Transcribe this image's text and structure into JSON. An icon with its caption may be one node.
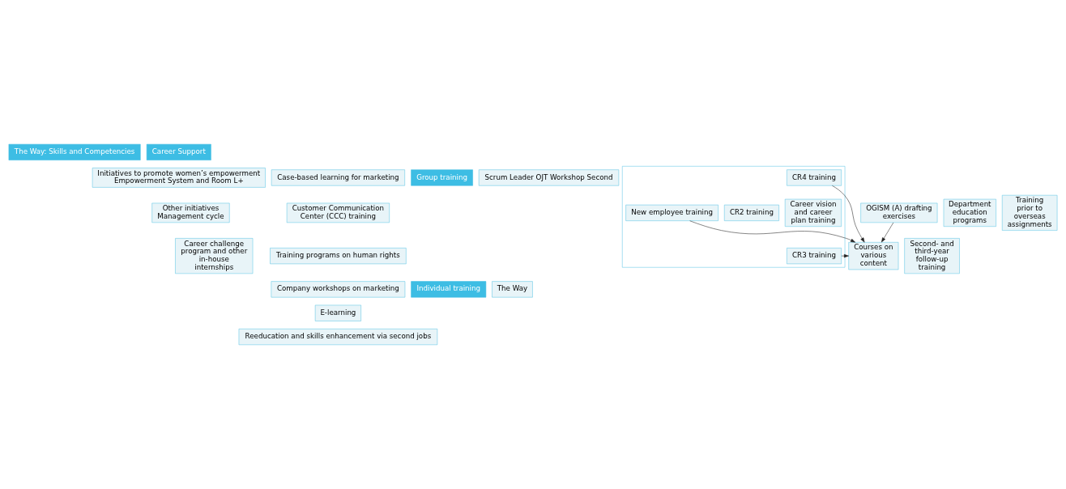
{
  "diagram": {
    "nodes": [
      {
        "text": [
          "The Way: Skills and Competencies"
        ]
      },
      {
        "text": [
          "Career Support"
        ]
      },
      {
        "text": [
          "Group training"
        ]
      },
      {
        "text": [
          "Individual training"
        ]
      },
      {
        "text": [
          "Scrum Leader OJT Workshop Second"
        ]
      },
      {
        "text": [],
        "shape": "box"
      },
      {
        "text": [
          "Career vision and career plan training"
        ],
        "in": 5
      },
      {
        "text": [
          "CR2 training"
        ],
        "in": 5
      },
      {
        "text": [
          "CR3 training"
        ],
        "in": 5
      },
      {
        "text": [
          "CR4 training"
        ],
        "in": 5
      },
      {
        "text": [
          "New employee training"
        ],
        "in": 5
      },
      {
        "text": [
          "OGISM (A) drafting exercises"
        ]
      },
      {
        "text": [
          "Courses on various content"
        ]
      },
      {
        "text": [
          "Department education programs"
        ]
      },
      {
        "text": [
          "Training prior to overseas assignments"
        ]
      },
      {
        "text": [
          "Training programs on human rights"
        ]
      },
      {
        "text": [
          "The Way"
        ]
      },
      {
        "text": [
          "E-learning"
        ]
      },
      {
        "text": [
          "Reeducation and skills enhancement via second jobs"
        ]
      },
      {
        "text": [
          "Initiatives to promote women’s empowerment",
          "Empowerment System and Room L+"
        ]
      },
      {
        "text": [
          "Other initiatives",
          "Management cycle"
        ]
      },
      {
        "text": [
          "Second- and third-year follow-up training"
        ]
      },
      {
        "text": [
          "Career challenge program and other in-house internships"
        ]
      },
      {
        "text": [
          "Case-based learning for marketing"
        ]
      },
      {
        "text": [
          "Customer Communication Center (CCC) training"
        ]
      },
      {
        "text": [
          "Company workshops on marketing"
        ]
      }
    ],
    "edges": [
      {
        "from": 8,
        "to": 12,
        "arrow": "to"
      },
      {
        "from": 9,
        "to": 12,
        "arrow": "to"
      },
      {
        "from": 10,
        "to": 12,
        "arrow": "to"
      },
      {
        "from": 11,
        "to": 12,
        "arrow": "to"
      }
    ]
  }
}
